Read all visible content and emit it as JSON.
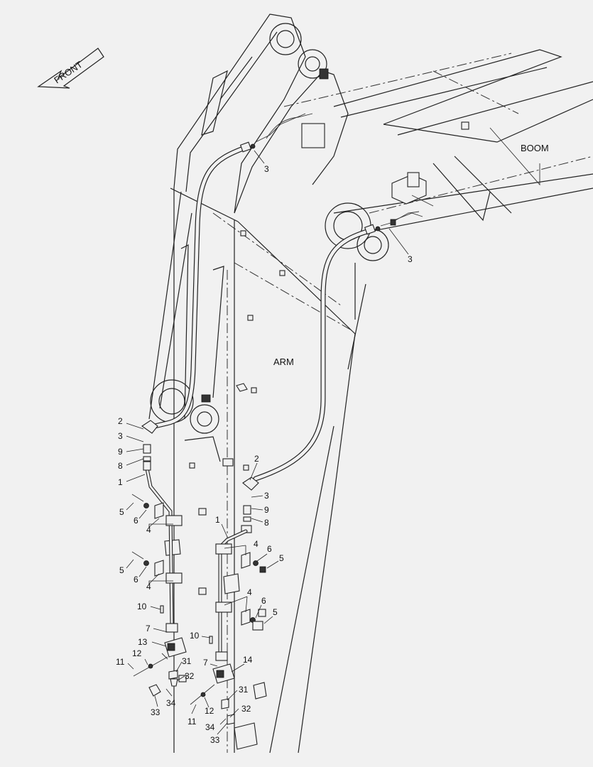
{
  "direction_arrow": {
    "label": "FRONT",
    "icon": "front-arrow-icon"
  },
  "region_labels": {
    "boom": "BOOM",
    "arm": "ARM"
  },
  "callouts": [
    {
      "id": "c3a",
      "text": "3"
    },
    {
      "id": "c3b",
      "text": "3"
    },
    {
      "id": "L2",
      "text": "2"
    },
    {
      "id": "L3",
      "text": "3"
    },
    {
      "id": "L9",
      "text": "9"
    },
    {
      "id": "L8",
      "text": "8"
    },
    {
      "id": "L1",
      "text": "1"
    },
    {
      "id": "L5a",
      "text": "5"
    },
    {
      "id": "L6a",
      "text": "6"
    },
    {
      "id": "L4a",
      "text": "4"
    },
    {
      "id": "L5b",
      "text": "5"
    },
    {
      "id": "L6b",
      "text": "6"
    },
    {
      "id": "L4b",
      "text": "4"
    },
    {
      "id": "L10",
      "text": "10"
    },
    {
      "id": "L7",
      "text": "7"
    },
    {
      "id": "L13",
      "text": "13"
    },
    {
      "id": "L12",
      "text": "12"
    },
    {
      "id": "L11",
      "text": "11"
    },
    {
      "id": "L31",
      "text": "31"
    },
    {
      "id": "L32",
      "text": "32"
    },
    {
      "id": "L33",
      "text": "33"
    },
    {
      "id": "L34",
      "text": "34"
    },
    {
      "id": "R2",
      "text": "2"
    },
    {
      "id": "R3",
      "text": "3"
    },
    {
      "id": "R9",
      "text": "9"
    },
    {
      "id": "R8",
      "text": "8"
    },
    {
      "id": "R1",
      "text": "1"
    },
    {
      "id": "R4a",
      "text": "4"
    },
    {
      "id": "R6a",
      "text": "6"
    },
    {
      "id": "R5a",
      "text": "5"
    },
    {
      "id": "R4b",
      "text": "4"
    },
    {
      "id": "R6b",
      "text": "6"
    },
    {
      "id": "R5b",
      "text": "5"
    },
    {
      "id": "R10",
      "text": "10"
    },
    {
      "id": "R7",
      "text": "7"
    },
    {
      "id": "R14",
      "text": "14"
    },
    {
      "id": "R31",
      "text": "31"
    },
    {
      "id": "R32",
      "text": "32"
    },
    {
      "id": "R12",
      "text": "12"
    },
    {
      "id": "R11",
      "text": "11"
    },
    {
      "id": "R34",
      "text": "34"
    },
    {
      "id": "R33",
      "text": "33"
    }
  ]
}
